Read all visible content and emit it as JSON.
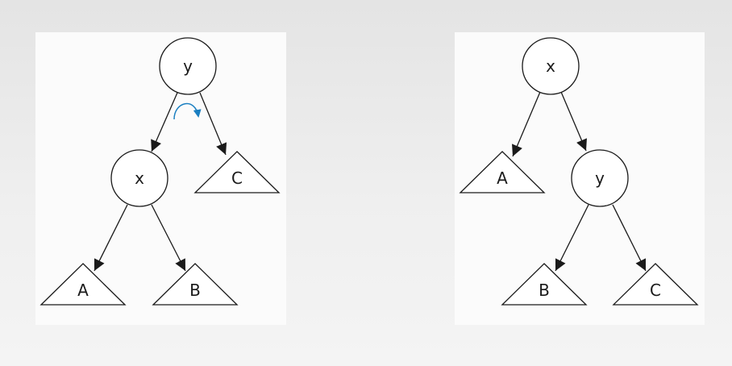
{
  "colors": {
    "rotation_arrow": "#1a7fc1",
    "stroke": "#1a1a1a",
    "panel": "#fbfbfb"
  },
  "left_tree": {
    "root": "y",
    "root_left": "x",
    "root_right_subtree": "C",
    "x_left_subtree": "A",
    "x_right_subtree": "B",
    "rotation_indicator": "clockwise-arrow-icon"
  },
  "right_tree": {
    "root": "x",
    "root_left_subtree": "A",
    "root_right": "y",
    "y_left_subtree": "B",
    "y_right_subtree": "C"
  }
}
